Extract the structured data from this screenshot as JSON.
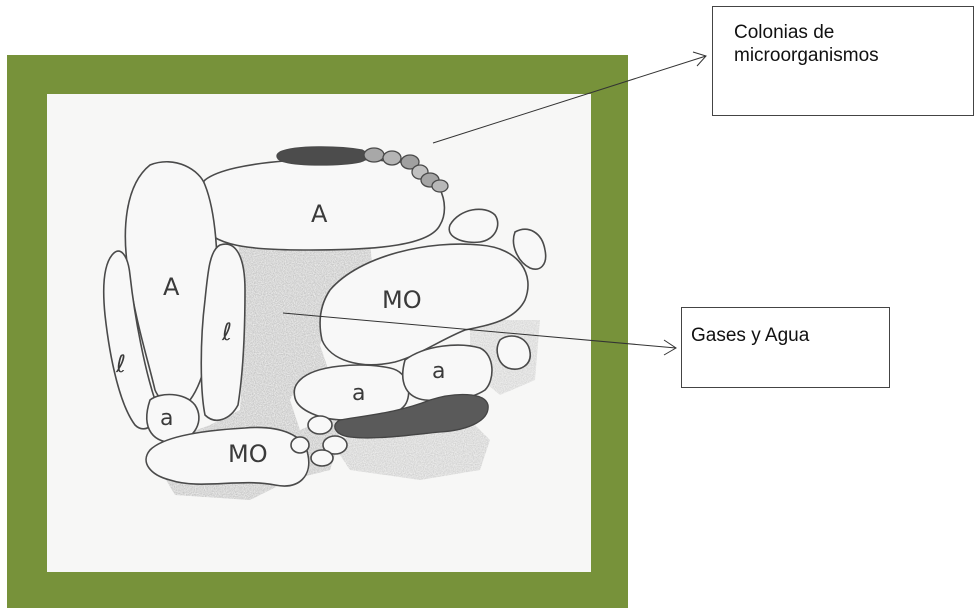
{
  "callouts": {
    "colonies": "Colonias de microorganismos",
    "gases": "Gases  y Agua"
  },
  "particle_labels": {
    "a_top": "A",
    "a_left": "A",
    "l_inner": "ℓ",
    "l_outer": "ℓ",
    "a_small_bottom": "a",
    "mo_bottom": "MO",
    "mo_right": "MO",
    "a_small_mid": "a",
    "a_small_right": "a"
  },
  "colors": {
    "frame": "#77923a",
    "paper": "#f7f7f6",
    "stroke": "#4a4a4a",
    "shading": "#9a9a9a",
    "colony": "#555555"
  }
}
